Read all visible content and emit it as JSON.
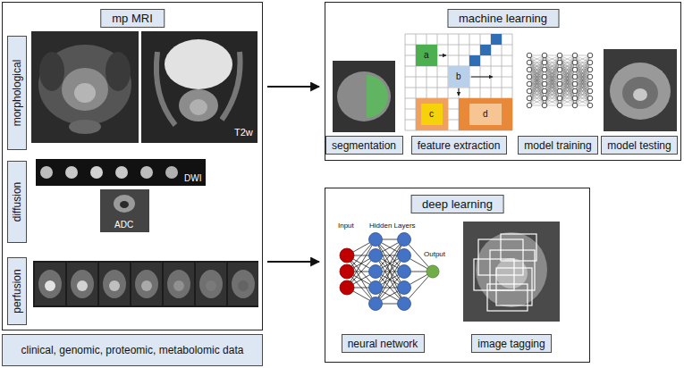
{
  "diagram": {
    "nodes": [
      {
        "text": [
          "mp MRI"
        ]
      },
      {
        "text": [
          "morphological"
        ],
        "in": 0
      },
      {
        "text": [
          "diffusion"
        ],
        "in": 0
      },
      {
        "text": [
          "perfusion"
        ],
        "in": 0
      },
      {
        "text": [
          "clinical, genomic, proteomic, metabolomic data"
        ]
      },
      {
        "text": [
          "machine learning"
        ]
      },
      {
        "text": [
          "segmentation"
        ],
        "in": 5
      },
      {
        "text": [
          "feature extraction"
        ],
        "in": 5
      },
      {
        "text": [
          "model training"
        ],
        "in": 5
      },
      {
        "text": [
          "model testing"
        ],
        "in": 5
      },
      {
        "text": [
          "deep learning"
        ]
      },
      {
        "text": [
          "neural network"
        ],
        "in": 10
      },
      {
        "text": [
          "image tagging"
        ],
        "in": 10
      }
    ],
    "edges": [
      {
        "from": 0,
        "to": 5,
        "arrow": "to"
      },
      {
        "from": 0,
        "to": 10,
        "arrow": "to"
      }
    ],
    "labels": [
      "T2w",
      "DWI",
      "ADC",
      "a",
      "b",
      "c",
      "d",
      "Input",
      "Hidden Layers",
      "Output"
    ]
  }
}
